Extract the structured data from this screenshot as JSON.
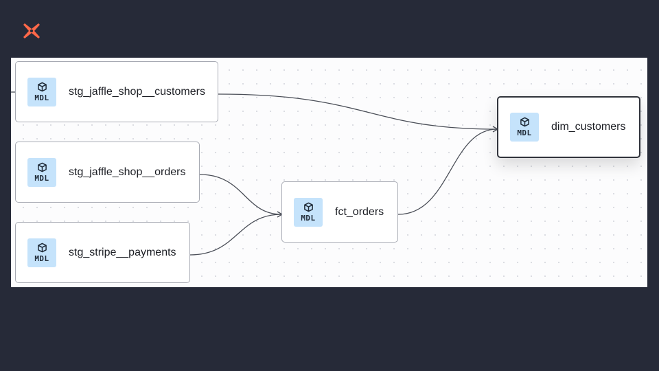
{
  "app": {
    "logo_icon": "dbt-logo-icon",
    "accent_color": "#ff6849"
  },
  "lineage": {
    "nodes": [
      {
        "id": "stg_customers",
        "label": "stg_jaffle_shop__customers",
        "badge": "MDL",
        "icon": "cube-icon"
      },
      {
        "id": "stg_orders",
        "label": "stg_jaffle_shop__orders",
        "badge": "MDL",
        "icon": "cube-icon"
      },
      {
        "id": "stg_payments",
        "label": "stg_stripe__payments",
        "badge": "MDL",
        "icon": "cube-icon"
      },
      {
        "id": "fct_orders",
        "label": "fct_orders",
        "badge": "MDL",
        "icon": "cube-icon"
      },
      {
        "id": "dim_customers",
        "label": "dim_customers",
        "badge": "MDL",
        "icon": "cube-icon",
        "selected": true
      }
    ],
    "edges": [
      {
        "from": "stg_customers",
        "to": "dim_customers"
      },
      {
        "from": "stg_orders",
        "to": "fct_orders"
      },
      {
        "from": "stg_payments",
        "to": "fct_orders"
      },
      {
        "from": "fct_orders",
        "to": "dim_customers"
      }
    ]
  }
}
